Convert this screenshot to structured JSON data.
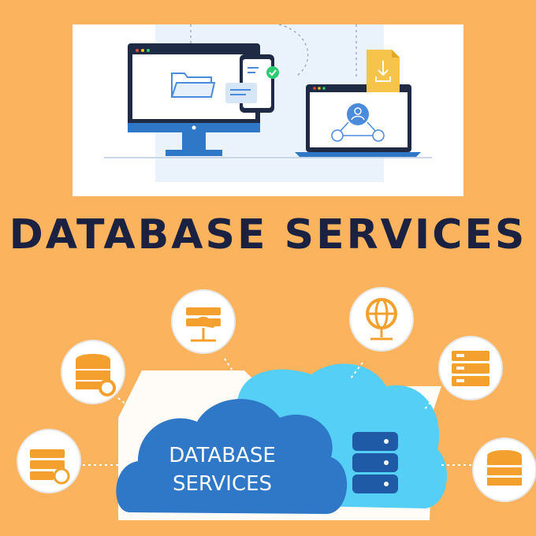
{
  "headline": "DATABASE SERVICES",
  "cloud_label": {
    "line1": "DATABASE",
    "line2": "SERVICES"
  },
  "colors": {
    "background": "#FBB35E",
    "headline": "#1B2140",
    "primary_blue": "#2E78C7",
    "light_blue": "#55CFF5",
    "icon_orange": "#F4A02E"
  },
  "icons": [
    "database-settings-icon",
    "server-cloud-icon",
    "globe-network-icon",
    "server-rack-icon",
    "server-sync-icon",
    "database-stack-icon"
  ]
}
